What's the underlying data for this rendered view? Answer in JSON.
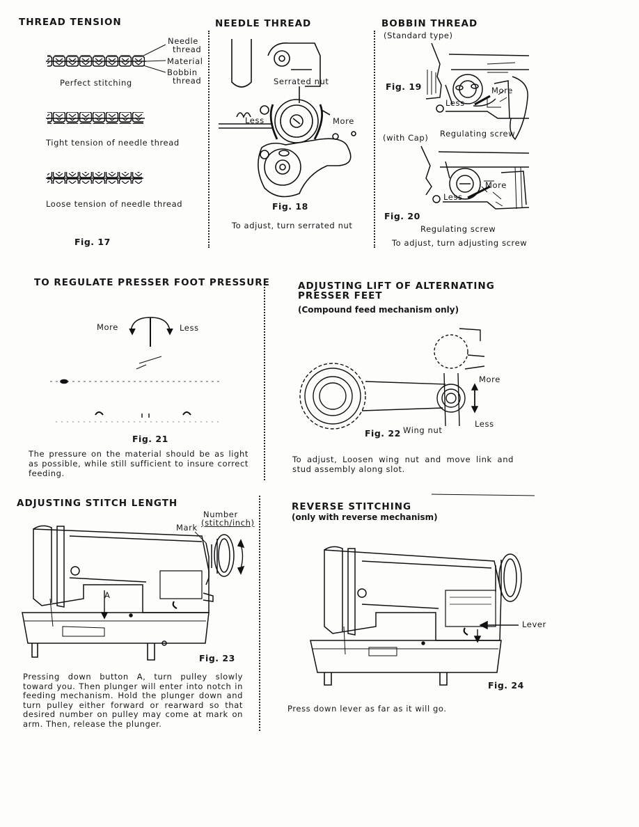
{
  "thread_tension": {
    "heading": "THREAD TENSION",
    "label_needle": "Needle",
    "label_thread_1": "thread",
    "label_material": "Material",
    "label_bobbin": "Bobbin",
    "label_thread_2": "thread",
    "perfect": "Perfect stitching",
    "tight": "Tight tension of needle thread",
    "loose": "Loose tension of needle thread",
    "fig": "Fig. 17"
  },
  "needle_thread": {
    "heading": "NEEDLE THREAD",
    "label_serrated": "Serrated nut",
    "label_less": "Less",
    "label_more": "More",
    "fig": "Fig. 18",
    "caption": "To adjust, turn serrated nut"
  },
  "bobbin_thread": {
    "heading": "BOBBIN THREAD",
    "subheading": "(Standard type)",
    "fig19": "Fig. 19",
    "more_1": "More",
    "less_1": "Less",
    "with_cap": "(with Cap)",
    "regulating_1": "Regulating screw",
    "more_2": "More",
    "less_2": "Less",
    "fig20": "Fig. 20",
    "regulating_2": "Regulating screw",
    "caption": "To adjust, turn adjusting screw"
  },
  "presser_pressure": {
    "heading": "TO REGULATE PRESSER FOOT PRESSURE",
    "more": "More",
    "less": "Less",
    "fig": "Fig. 21",
    "body": "The pressure on the material should be as light as possible, while still sufficient to insure correct feeding."
  },
  "alternating_lift": {
    "heading_1": "ADJUSTING LIFT OF ALTERNATING",
    "heading_2": "PRESSER FEET",
    "subheading": "(Compound feed mechanism only)",
    "more": "More",
    "less": "Less",
    "fig": "Fig. 22",
    "wing_nut": "Wing nut",
    "body": "To adjust, Loosen wing nut and move link and stud assembly along slot."
  },
  "stitch_length": {
    "heading": "ADJUSTING STITCH LENGTH",
    "number": "Number",
    "stitch_inch": "(stitch/inch)",
    "mark": "Mark",
    "label_a": "A",
    "fig": "Fig. 23",
    "body": "Pressing down button A, turn pulley slowly toward you. Then plunger will enter into notch in feeding mechanism. Hold the plunger down and turn pulley either forward or rearward so that desired number on pulley may come at mark on arm. Then, release the plunger."
  },
  "reverse": {
    "heading": "REVERSE STITCHING",
    "subheading": "(only with reverse mechanism)",
    "lever": "Lever",
    "fig": "Fig. 24",
    "body": "Press down lever as far as it will go."
  }
}
